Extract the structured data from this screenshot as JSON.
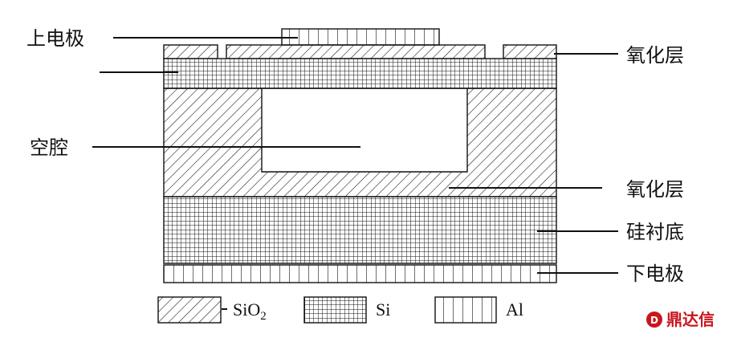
{
  "labels": {
    "top_electrode": "上电极",
    "oxide_top": "氧化层",
    "cavity": "空腔",
    "oxide_mid": "氧化层",
    "substrate": "硅衬底",
    "bottom_electrode": "下电极"
  },
  "legend": {
    "sio2_main": "SiO",
    "sio2_sub": "2",
    "si": "Si",
    "al": "Al"
  },
  "watermark": "鼎达信",
  "colors": {
    "stroke": "#111111",
    "watermark": "#c8161d"
  }
}
